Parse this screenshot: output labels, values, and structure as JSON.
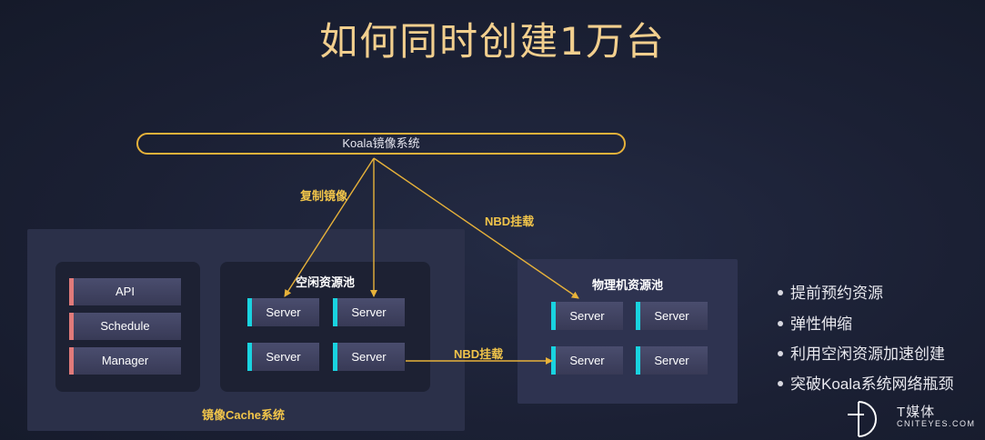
{
  "title": "如何同时创建1万台",
  "koala": "Koala镜像系统",
  "edges": {
    "copy_image": "复制镜像",
    "nbd_mount_top": "NBD挂载",
    "nbd_mount_bottom": "NBD挂载"
  },
  "cache_system": {
    "label": "镜像Cache系统",
    "services": [
      "API",
      "Schedule",
      "Manager"
    ],
    "idle_pool": {
      "title": "空闲资源池",
      "servers": [
        "Server",
        "Server",
        "Server",
        "Server"
      ]
    }
  },
  "physical_pool": {
    "title": "物理机资源池",
    "servers": [
      "Server",
      "Server",
      "Server",
      "Server"
    ]
  },
  "bullets": [
    "提前预约资源",
    "弹性伸缩",
    "利用空闲资源加速创建",
    "突破Koala系统网络瓶颈"
  ],
  "watermark": {
    "name": "T媒体",
    "url": "CNITEYES.COM"
  },
  "colors": {
    "accent_gold": "#f2c54a",
    "title": "#f2cf8e",
    "service_bar": "#e07a7a",
    "server_bar": "#19d3e0"
  }
}
